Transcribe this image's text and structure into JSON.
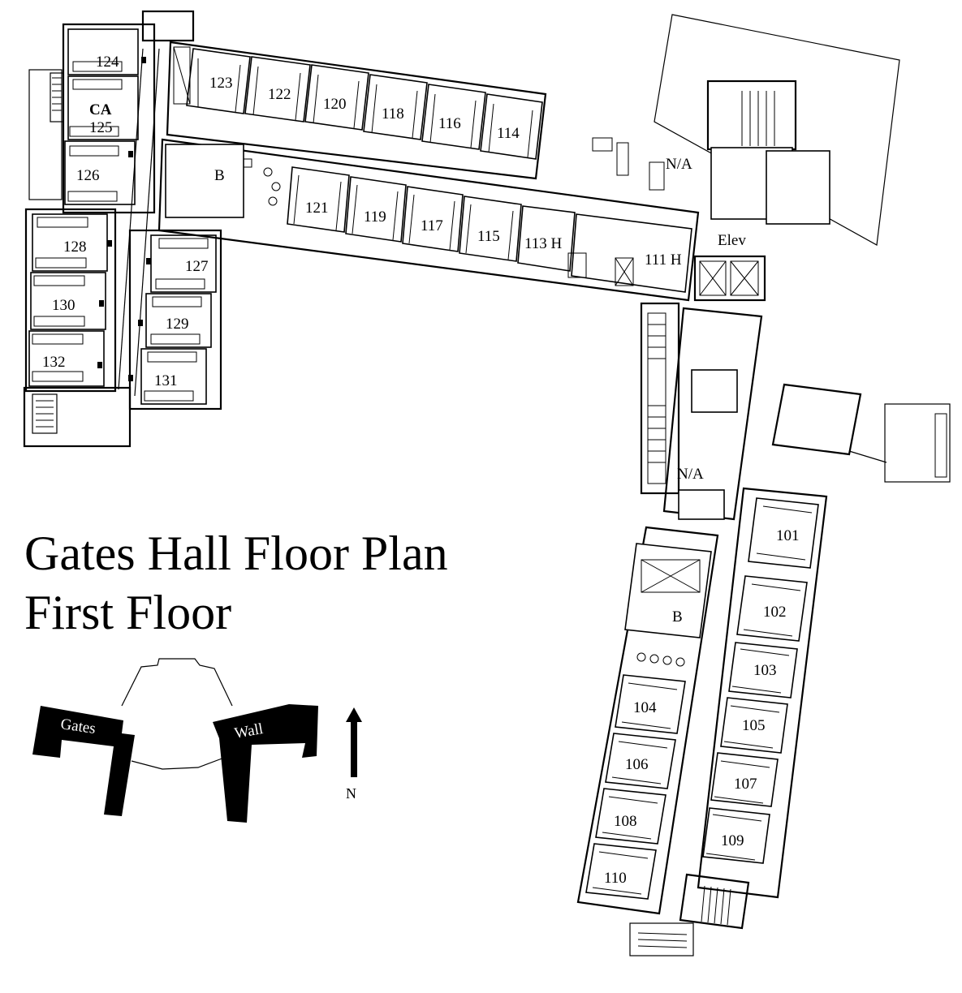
{
  "title": {
    "line1": "Gates Hall Floor Plan",
    "line2": "First Floor"
  },
  "rooms": [
    {
      "id": "r124",
      "label": "124"
    },
    {
      "id": "r125",
      "label": "CA",
      "label2": "125"
    },
    {
      "id": "r126",
      "label": "126"
    },
    {
      "id": "r128",
      "label": "128"
    },
    {
      "id": "r130",
      "label": "130"
    },
    {
      "id": "r132",
      "label": "132"
    },
    {
      "id": "r127",
      "label": "127"
    },
    {
      "id": "r129",
      "label": "129"
    },
    {
      "id": "r131",
      "label": "131"
    },
    {
      "id": "r123",
      "label": "123"
    },
    {
      "id": "r122",
      "label": "122"
    },
    {
      "id": "r120",
      "label": "120"
    },
    {
      "id": "r118",
      "label": "118"
    },
    {
      "id": "r116",
      "label": "116"
    },
    {
      "id": "r114",
      "label": "114"
    },
    {
      "id": "r121",
      "label": "121"
    },
    {
      "id": "r119",
      "label": "119"
    },
    {
      "id": "r117",
      "label": "117"
    },
    {
      "id": "r115",
      "label": "115"
    },
    {
      "id": "r113",
      "label": "113 H"
    },
    {
      "id": "r111",
      "label": "111 H"
    },
    {
      "id": "r101",
      "label": "101"
    },
    {
      "id": "r102",
      "label": "102"
    },
    {
      "id": "r103",
      "label": "103"
    },
    {
      "id": "r105",
      "label": "105"
    },
    {
      "id": "r107",
      "label": "107"
    },
    {
      "id": "r109",
      "label": "109"
    },
    {
      "id": "r104",
      "label": "104"
    },
    {
      "id": "r106",
      "label": "106"
    },
    {
      "id": "r108",
      "label": "108"
    },
    {
      "id": "r110",
      "label": "110"
    }
  ],
  "other_labels": {
    "bath_west": "B",
    "bath_east": "B",
    "na_north": "N/A",
    "na_south": "N/A",
    "elevator": "Elev"
  },
  "key_map": {
    "left_wing": "Gates",
    "right_wing": "Wall",
    "compass": "N"
  }
}
